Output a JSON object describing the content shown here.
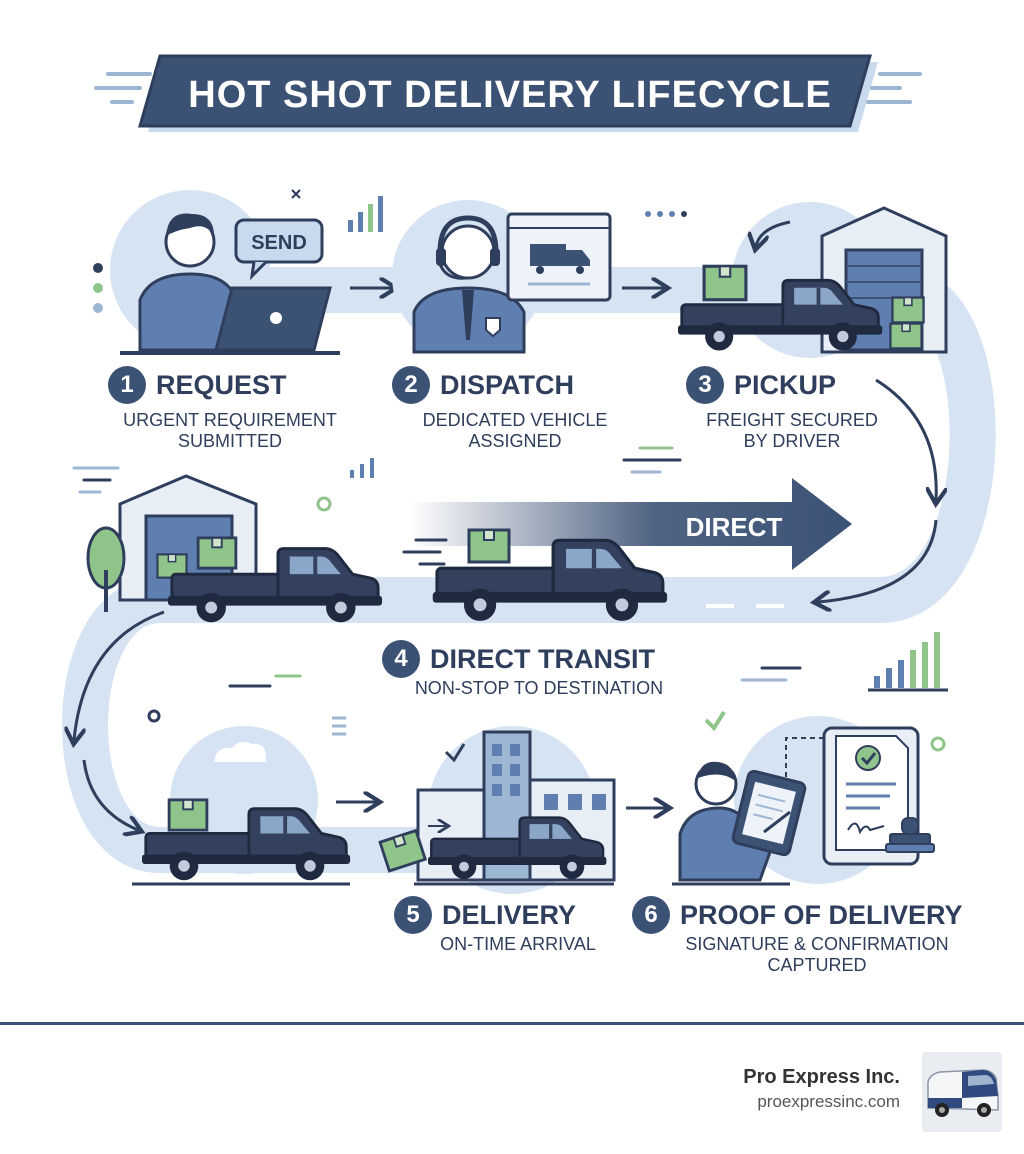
{
  "title": "HOT SHOT DELIVERY LIFECYCLE",
  "steps": [
    {
      "number": "1",
      "heading": "REQUEST",
      "description": "URGENT REQUIREMENT\nSUBMITTED"
    },
    {
      "number": "2",
      "heading": "DISPATCH",
      "description": "DEDICATED VEHICLE\nASSIGNED"
    },
    {
      "number": "3",
      "heading": "PICKUP",
      "description": "FREIGHT SECURED\nBY DRIVER"
    },
    {
      "number": "4",
      "heading": "DIRECT TRANSIT",
      "description": "NON-STOP TO DESTINATION"
    },
    {
      "number": "5",
      "heading": "DELIVERY",
      "description": "ON-TIME ARRIVAL"
    },
    {
      "number": "6",
      "heading": "PROOF OF DELIVERY",
      "description": "SIGNATURE & CONFIRMATION\nCAPTURED"
    }
  ],
  "send_bubble": "SEND",
  "direct_arrow_label": "DIRECT",
  "footer": {
    "company": "Pro Express Inc.",
    "website": "proexpressinc.com"
  },
  "colors": {
    "navy": "#3c5275",
    "dark": "#2f3e5c",
    "light_blue": "#d5e3f2",
    "path_blue": "#c8daee",
    "green": "#8fc48a"
  },
  "icons": [
    "laptop-user-icon",
    "dispatcher-headset-icon",
    "pickup-truck-icon",
    "warehouse-icon",
    "office-building-icon",
    "signed-document-icon",
    "stamp-icon",
    "tree-icon",
    "cloud-icon",
    "checkmark-icon",
    "bar-chart-icon",
    "van-logo-icon"
  ]
}
